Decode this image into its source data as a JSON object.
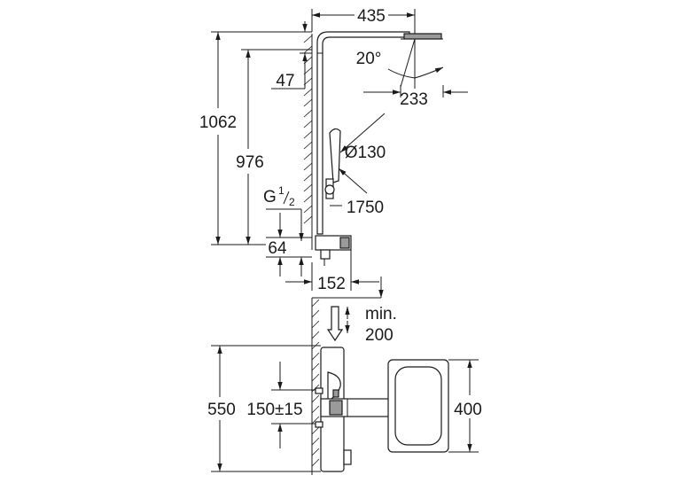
{
  "dimensions": {
    "width_top": "435",
    "spray_angle": "20°",
    "head_height_offset": "47",
    "head_projection": "233",
    "total_height": "1062",
    "rail_height": "976",
    "handshower_diameter": "Ø130",
    "hose_length": "1750",
    "thread_size_prefix": "G",
    "thread_size_num": "1",
    "thread_size_den": "2",
    "inlet_height": "64",
    "mixer_depth": "152",
    "clearance_label": "min.",
    "clearance_value": "200",
    "unit_height": "550",
    "inlet_spacing": "150±15",
    "head_size": "400"
  }
}
